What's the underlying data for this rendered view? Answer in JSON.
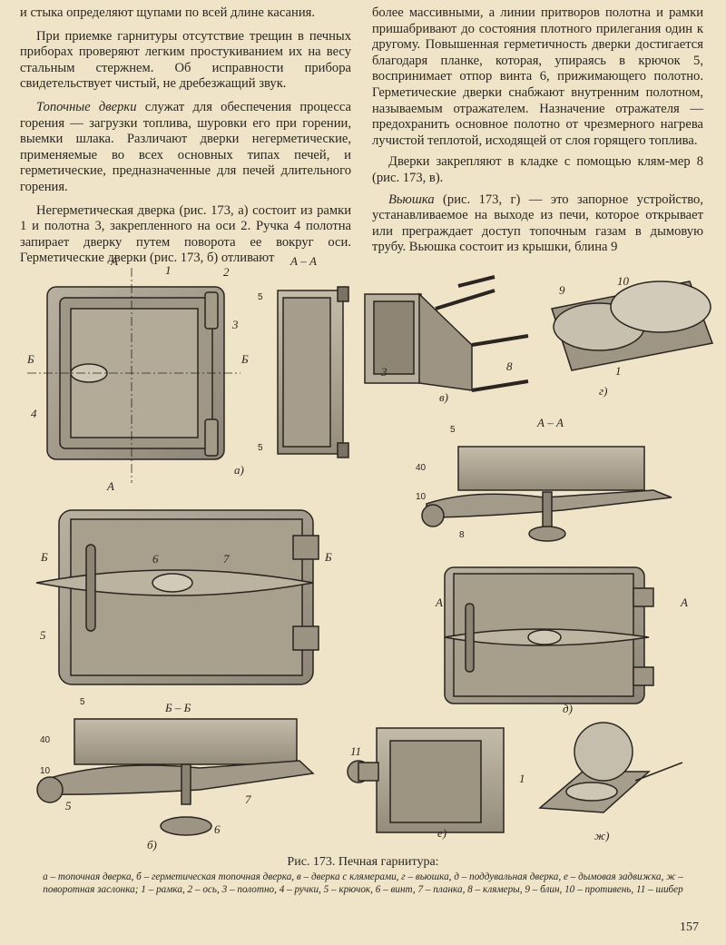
{
  "text": {
    "left": [
      "и стыка определяют щупами по всей длине касания.",
      "При приемке гарнитуры отсутствие трещин в печных приборах проверяют легким простукиванием их на весу стальным стержнем. Об исправности прибора свидетельствует чистый, не дребезжащий звук.",
      {
        "em": "Топочные дверки",
        "rest": " служат для обеспечения процесса горения — загрузки топлива, шуровки его при горении, выемки шлака. Различают дверки негерметические, применяемые во всех основных типах печей, и герметические, предназначенные для печей длительного горения."
      },
      "Негерметическая дверка (рис. 173, а) состоит из рамки 1 и полотна 3, закрепленного на оси 2. Ручка 4 полотна запирает дверку путем поворота ее вокруг оси. Герметические дверки (рис. 173, б) отливают"
    ],
    "right": [
      "более массивными, а линии притворов полотна и рамки пришабривают до состояния плотного прилегания один к другому. Повышенная герметичность дверки достигается благодаря планке, которая, упираясь в крючок 5, воспринимает отпор винта 6, прижимающего полотно. Герметические дверки снабжают внутренним полотном, называемым отражателем. Назначение отражателя — предохранить основное полотно от чрезмерного нагрева лучистой теплотой, исходящей от слоя горящего топлива.",
      "Дверки закрепляют в кладке с помощью клям-мер 8 (рис. 173, в).",
      {
        "em": "Вьюшка",
        "rest": " (рис. 173, г) — это запорное устройство, устанавливаемое на выходе из печи, которое открывает или преграждает доступ топочным газам в дымовую трубу. Вьюшка состоит из крышки, блина 9"
      }
    ]
  },
  "figure": {
    "labels": {
      "a": "а)",
      "b": "б)",
      "v": "в)",
      "g": "г)",
      "d": "д)",
      "e": "е)",
      "zh": "ж)",
      "sec_aa": "А – А",
      "sec_bb": "Б – Б",
      "A": "А",
      "B": "Б",
      "n1": "1",
      "n2": "2",
      "n3": "3",
      "n4": "4",
      "n5": "5",
      "n6": "6",
      "n7": "7",
      "n8": "8",
      "n9": "9",
      "n10": "10",
      "n11": "11",
      "d5": "5",
      "d40": "40",
      "d10": "10",
      "d8": "8"
    }
  },
  "caption": {
    "title": "Рис. 173. Печная гарнитура:",
    "body": "а – топочная дверка, б – герметическая топочная дверка, в – дверка с клямерами, г – вьюшка, д – поддувальная дверка, е – дымовая задвижка, ж – поворотная заслонка; 1 – рамка, 2 – ось, 3 – полотно, 4 – ручки, 5 – крючок, 6 – винт, 7 – планка, 8 – клямеры, 9 – блин, 10 – противень, 11 – шибер"
  },
  "page_number": "157"
}
